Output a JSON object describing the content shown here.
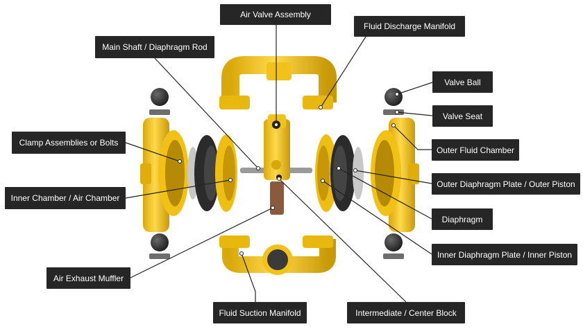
{
  "diagram": {
    "labels": {
      "air_valve_assembly": "Air Valve Assembly",
      "fluid_discharge_manifold": "Fluid Discharge Manifold",
      "main_shaft": "Main Shaft / Diaphragm Rod",
      "valve_ball": "Valve Ball",
      "valve_seat": "Valve Seat",
      "outer_fluid_chamber": "Outer Fluid Chamber",
      "clamp_assemblies": "Clamp Assemblies or Bolts",
      "outer_diaphragm_plate": "Outer Diaphragm Plate / Outer Piston",
      "inner_chamber": "Inner Chamber / Air Chamber",
      "diaphragm": "Diaphragm",
      "inner_diaphragm_plate": "Inner Diaphragm Plate / Inner Piston",
      "air_exhaust_muffler": "Air Exhaust Muffler",
      "fluid_suction_manifold": "Fluid Suction Manifold",
      "intermediate_block": "Intermediate / Center Block"
    },
    "colors": {
      "pump_yellow": "#f5c518",
      "pump_yellow_dark": "#c99a08",
      "rubber_black": "#2b2b2b",
      "steel_gray": "#9a9a9a",
      "label_bg": "#262626",
      "leader_line": "#222222"
    }
  }
}
